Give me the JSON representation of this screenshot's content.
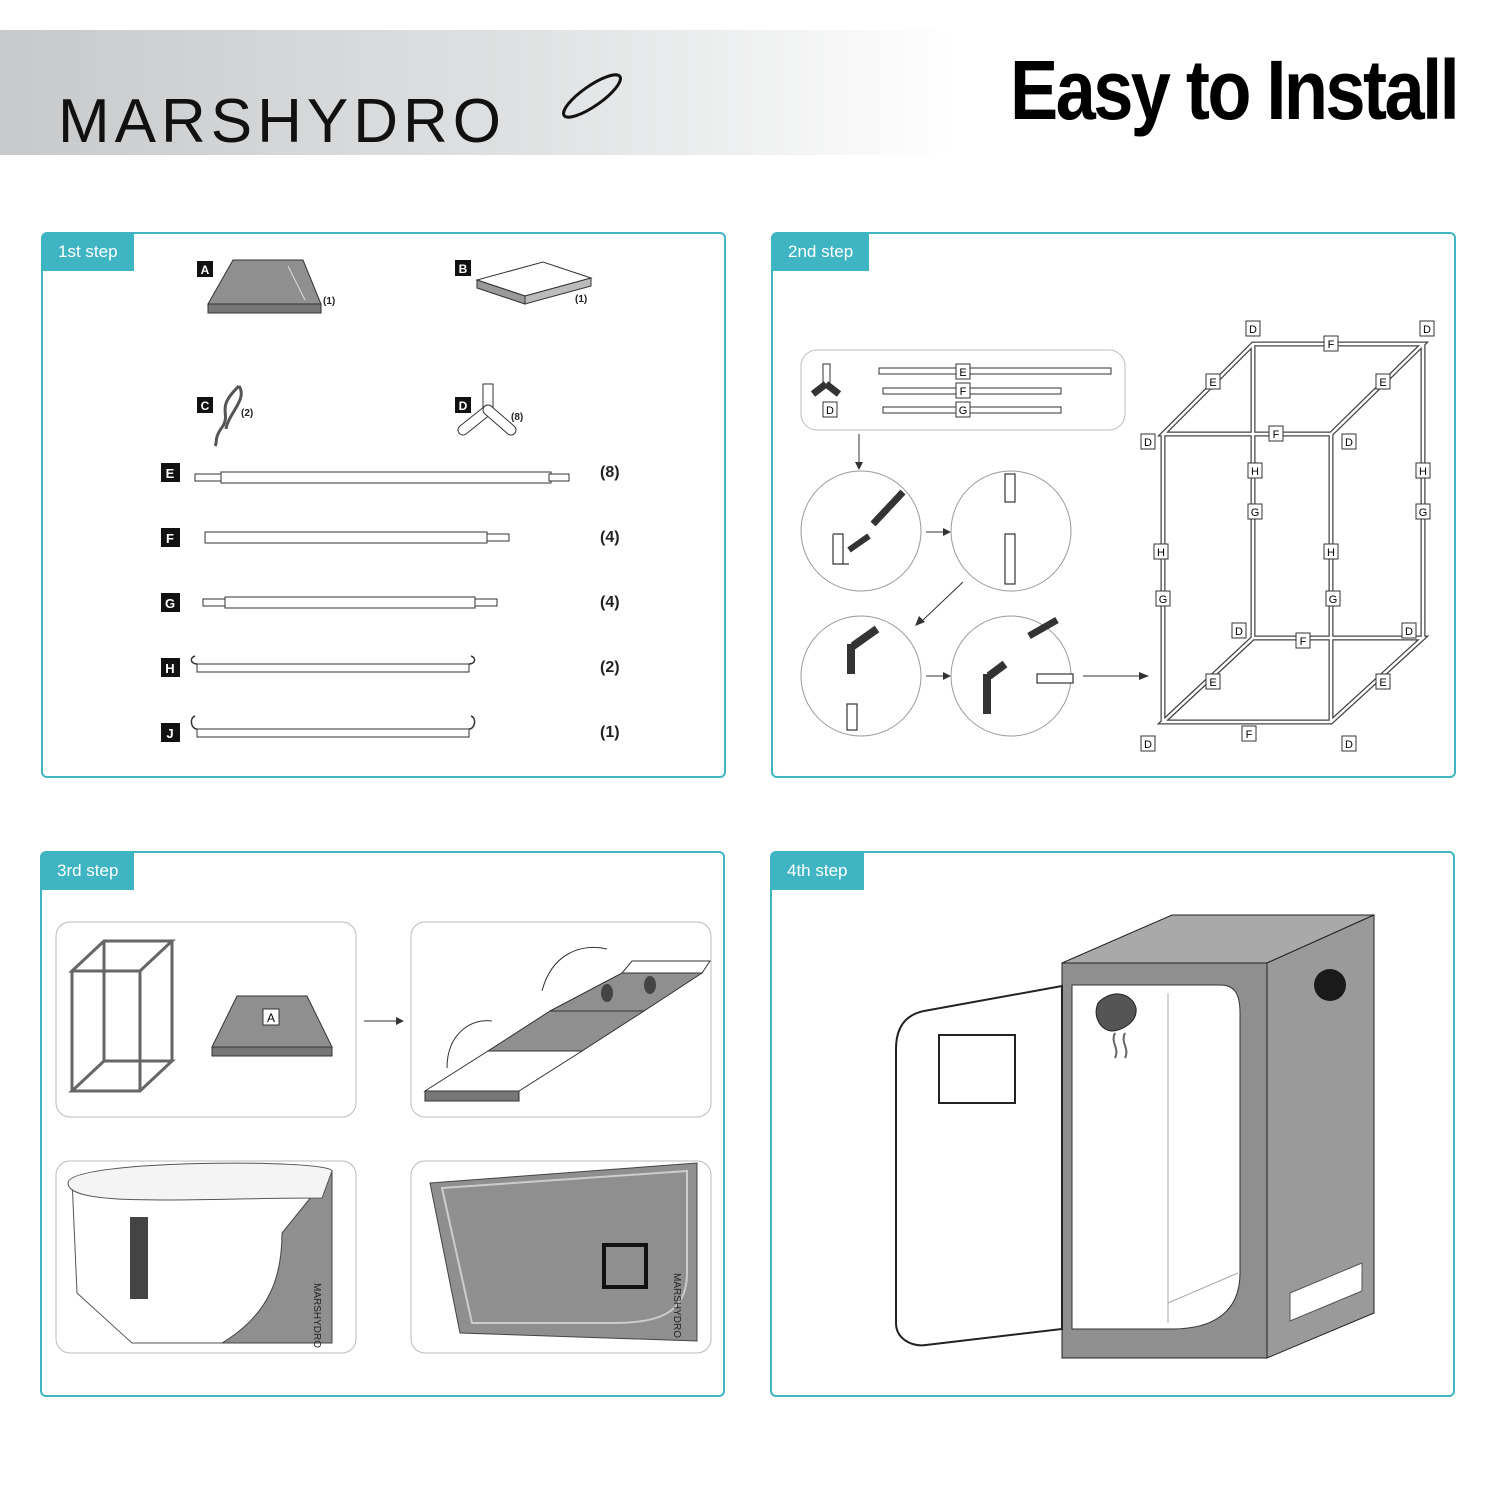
{
  "brand": {
    "logo_text": "MARSHYDRO"
  },
  "headline": "Easy to Install",
  "steps": [
    {
      "label": "1st step",
      "parts": [
        {
          "letter": "A",
          "qty": "(1)"
        },
        {
          "letter": "B",
          "qty": "(1)"
        },
        {
          "letter": "C",
          "qty": "(2)"
        },
        {
          "letter": "D",
          "qty": "(8)"
        },
        {
          "letter": "E",
          "qty": "(8)"
        },
        {
          "letter": "F",
          "qty": "(4)"
        },
        {
          "letter": "G",
          "qty": "(4)"
        },
        {
          "letter": "H",
          "qty": "(2)"
        },
        {
          "letter": "J",
          "qty": "(1)"
        }
      ]
    },
    {
      "label": "2nd step",
      "frame_labels": {
        "corner": "D",
        "depth": "E",
        "width": "F",
        "lower_pole": "G",
        "upper_pole": "H"
      }
    },
    {
      "label": "3rd step",
      "sub_label": "A",
      "tent_print": "MARSHYDRO"
    },
    {
      "label": "4th step"
    }
  ],
  "colors": {
    "accent": "#3fb5c4",
    "tent_grey": "#8f8f8f",
    "dark": "#1a1a1a"
  }
}
